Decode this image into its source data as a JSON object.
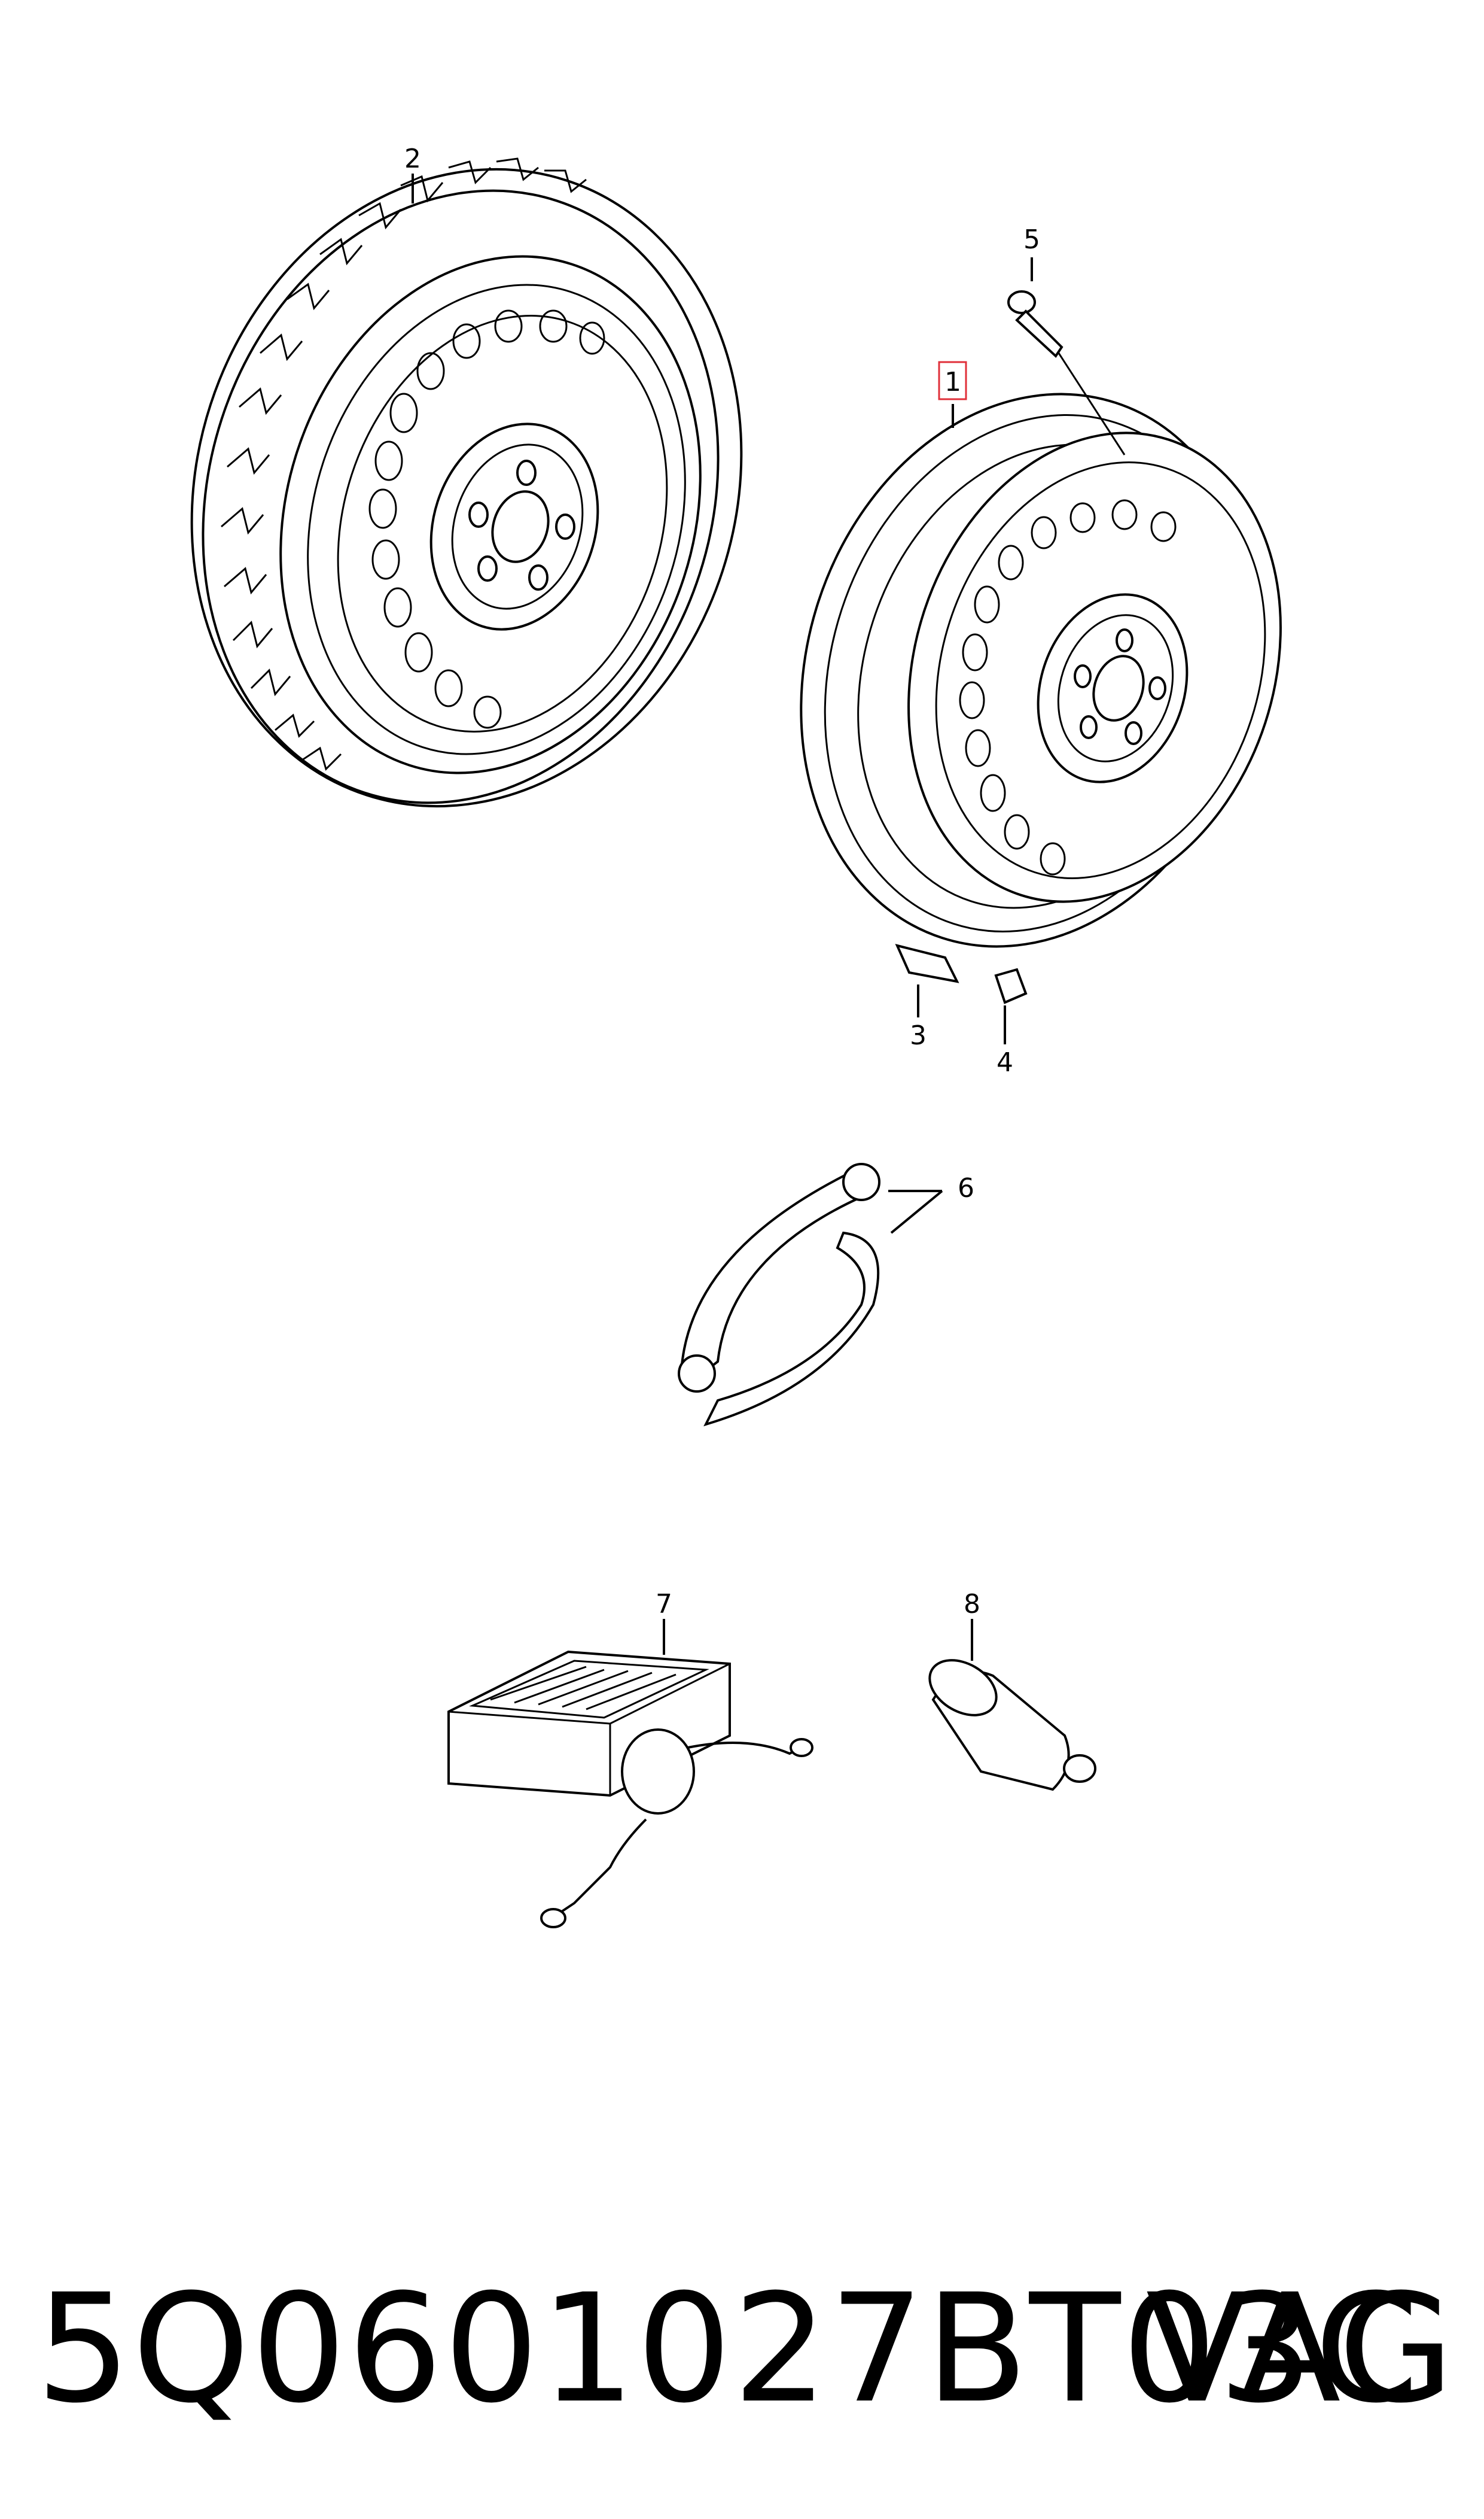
{
  "callouts": {
    "c1": "1",
    "c2": "2",
    "c3": "3",
    "c4": "4",
    "c5": "5",
    "c6": "6",
    "c7": "7",
    "c8": "8"
  },
  "footer": {
    "part_number": "5Q0601027BT03C",
    "brand": "VAG"
  },
  "colors": {
    "line": "#000000",
    "highlight": "#e0303a",
    "background": "#ffffff"
  }
}
